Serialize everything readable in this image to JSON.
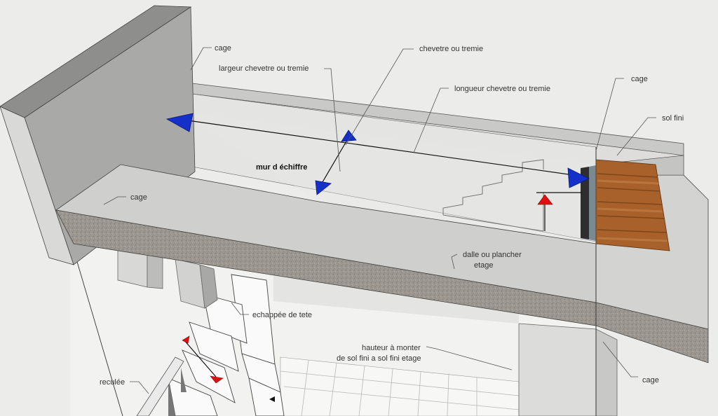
{
  "labels": {
    "cage_top_left": "cage",
    "largeur": "largeur chevetre ou tremie",
    "chevetre": "chevetre ou tremie",
    "longueur": "longueur chevetre ou tremie",
    "cage_top_right": "cage",
    "sol_fini": "sol fini",
    "mur_echiffre": "mur d échiffre",
    "cage_left": "cage",
    "dalle_line1": "dalle ou plancher",
    "dalle_line2": "etage",
    "echappee": "echappée de tete",
    "hauteur_line1": "hauteur à monter",
    "hauteur_line2": "de sol fini a sol fini etage",
    "reculee": "reculée",
    "cage_bottom_right": "cage"
  },
  "colors": {
    "arrow_blue": "#1530c8",
    "arrow_red": "#e01010",
    "wood": "#a8612b",
    "concrete": "#d6d6d4"
  }
}
